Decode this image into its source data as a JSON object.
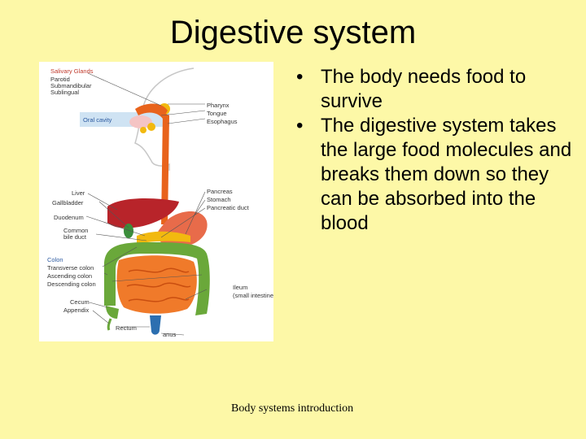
{
  "slide": {
    "title": "Digestive system",
    "bullets": [
      "The body needs food to survive",
      "The digestive system takes the large food molecules and breaks them down so they can be absorbed into the blood"
    ],
    "footer": "Body systems introduction"
  },
  "diagram": {
    "salivary_glands": {
      "heading": "Salivary Glands",
      "items": [
        "Parotid",
        "Submandibular",
        "Sublingual"
      ]
    },
    "oral_cavity": "Oral cavity",
    "right_labels_upper": [
      "Pharynx",
      "Tongue",
      "Esophagus"
    ],
    "right_labels_mid": [
      "Pancreas",
      "Stomach",
      "Pancreatic duct"
    ],
    "left_labels": [
      "Liver",
      "Gallbladder",
      "Duodenum",
      "Common",
      "bile duct"
    ],
    "colon": {
      "heading": "Colon",
      "items": [
        "Transverse colon",
        "Ascending colon",
        "Descending colon"
      ]
    },
    "lower_left_labels": [
      "Cecum",
      "Appendix",
      "Rectum"
    ],
    "ileum": [
      "Ileum",
      "(small intestine)"
    ],
    "anus": "anus"
  },
  "colors": {
    "background": "#fdf8a7",
    "esophagus": "#e8631c",
    "liver": "#b8242a",
    "intestine": "#f07a2a",
    "colon": "#6aa83a"
  }
}
